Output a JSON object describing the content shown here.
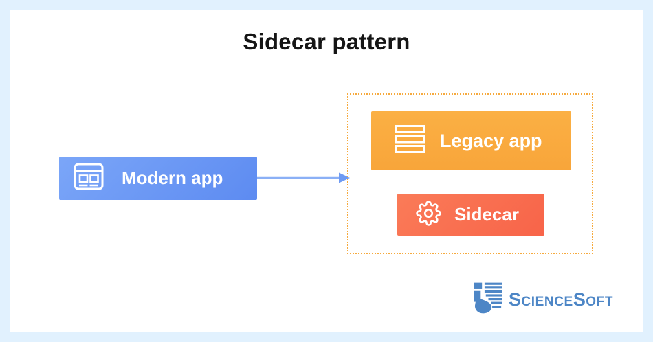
{
  "title": "Sidecar pattern",
  "diagram": {
    "modern_app": {
      "label": "Modern app",
      "icon": "browser-window-icon",
      "fill": "#5f8ef2"
    },
    "arrow": {
      "direction": "right",
      "line_color": "#8bb0f6",
      "head_color": "#6f9bf3"
    },
    "sidecar_group": {
      "border_color": "#f6aa3e",
      "legacy_app": {
        "label": "Legacy app",
        "icon": "stack-icon",
        "fill": "#f9aa3e"
      },
      "sidecar": {
        "label": "Sidecar",
        "icon": "gear-icon",
        "fill": "#f9704f"
      }
    }
  },
  "branding": {
    "name": "ScienceSoft",
    "parts": {
      "p1": "S",
      "p2": "cience",
      "p3": "S",
      "p4": "oft"
    },
    "color": "#4d86c6"
  },
  "colors": {
    "frame": "#e1f1fe",
    "sheet": "#ffffff",
    "title": "#151515"
  }
}
